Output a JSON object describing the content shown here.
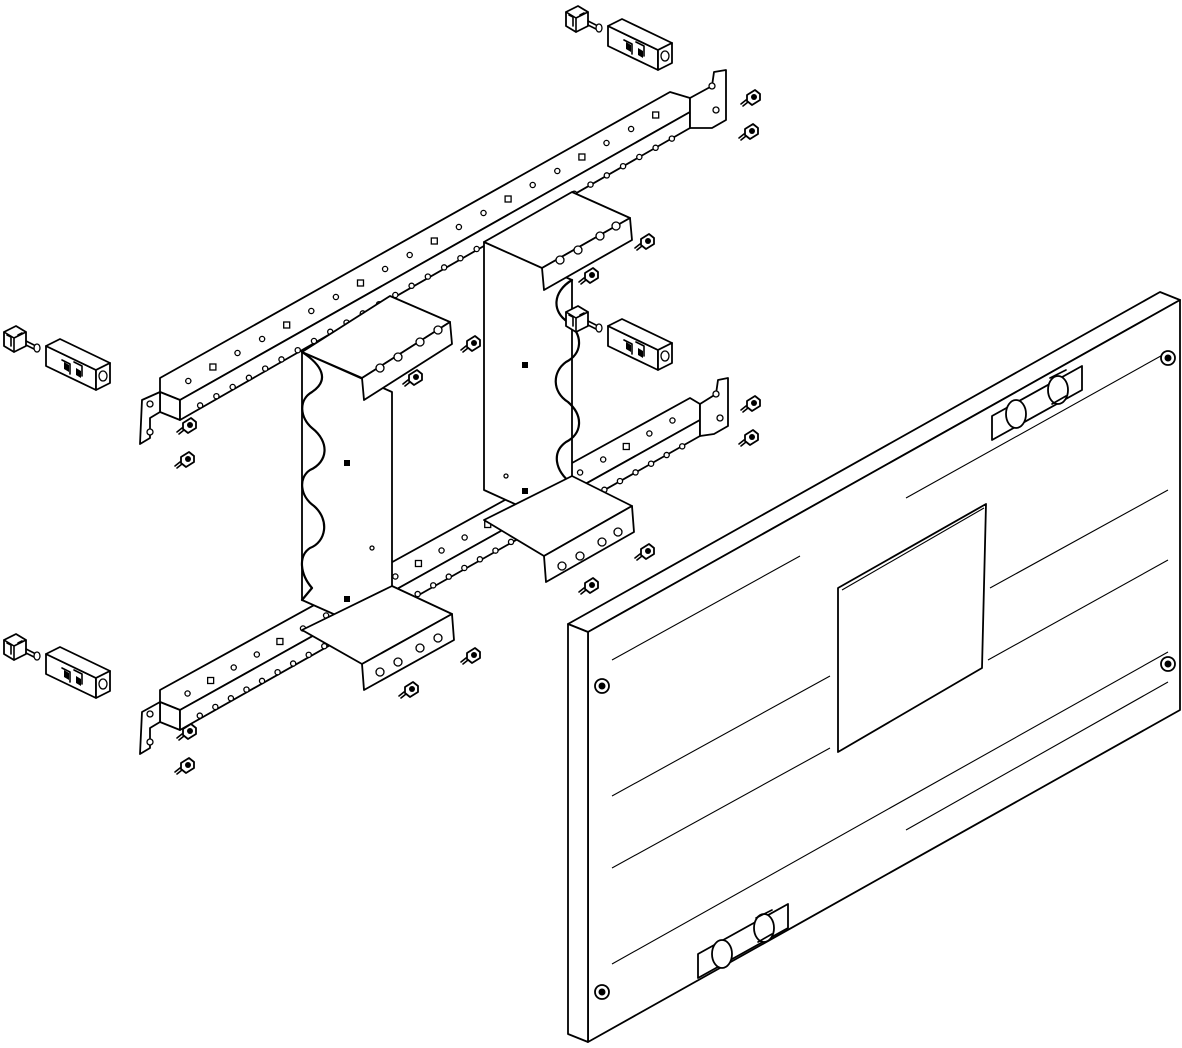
{
  "diagram": {
    "kind": "exploded-assembly",
    "colors": {
      "line": "#000000",
      "background": "#ffffff"
    },
    "parts": [
      {
        "id": "upper-rail",
        "category": "mounting-rail"
      },
      {
        "id": "lower-rail",
        "category": "mounting-rail"
      },
      {
        "id": "left-bracket",
        "category": "u-bracket"
      },
      {
        "id": "right-bracket",
        "category": "u-bracket"
      },
      {
        "id": "cover-panel",
        "category": "cover"
      },
      {
        "id": "rail-clamp-top",
        "category": "clamp"
      },
      {
        "id": "rail-clamp-left-upper",
        "category": "clamp"
      },
      {
        "id": "rail-clamp-left-lower",
        "category": "clamp"
      },
      {
        "id": "rail-clamp-middle",
        "category": "clamp"
      }
    ]
  }
}
